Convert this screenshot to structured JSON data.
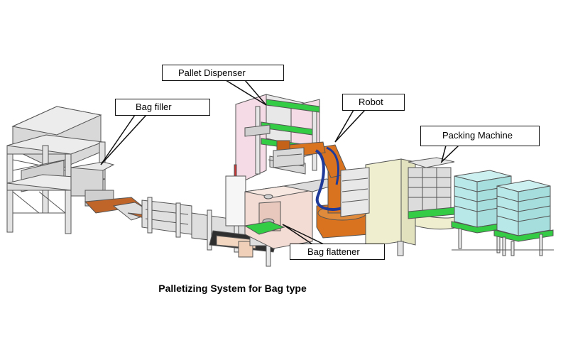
{
  "labels": {
    "pallet_dispenser": "Pallet Dispenser",
    "bag_filler": "Bag filler",
    "robot": "Robot",
    "packing_machine": "Packing Machine",
    "bag_flattener": "Bag flattener"
  },
  "caption": "Palletizing System for Bag type",
  "colors": {
    "frame": "#d9d9d9",
    "outline": "#555555",
    "pink": "#f5dbe5",
    "green": "#33cc44",
    "robot": "#d9731f",
    "robot_cable": "#1f3a99",
    "conveyor": "#c0652a",
    "pallet_bags": "#b8e8e8",
    "cream": "#efefcf"
  }
}
